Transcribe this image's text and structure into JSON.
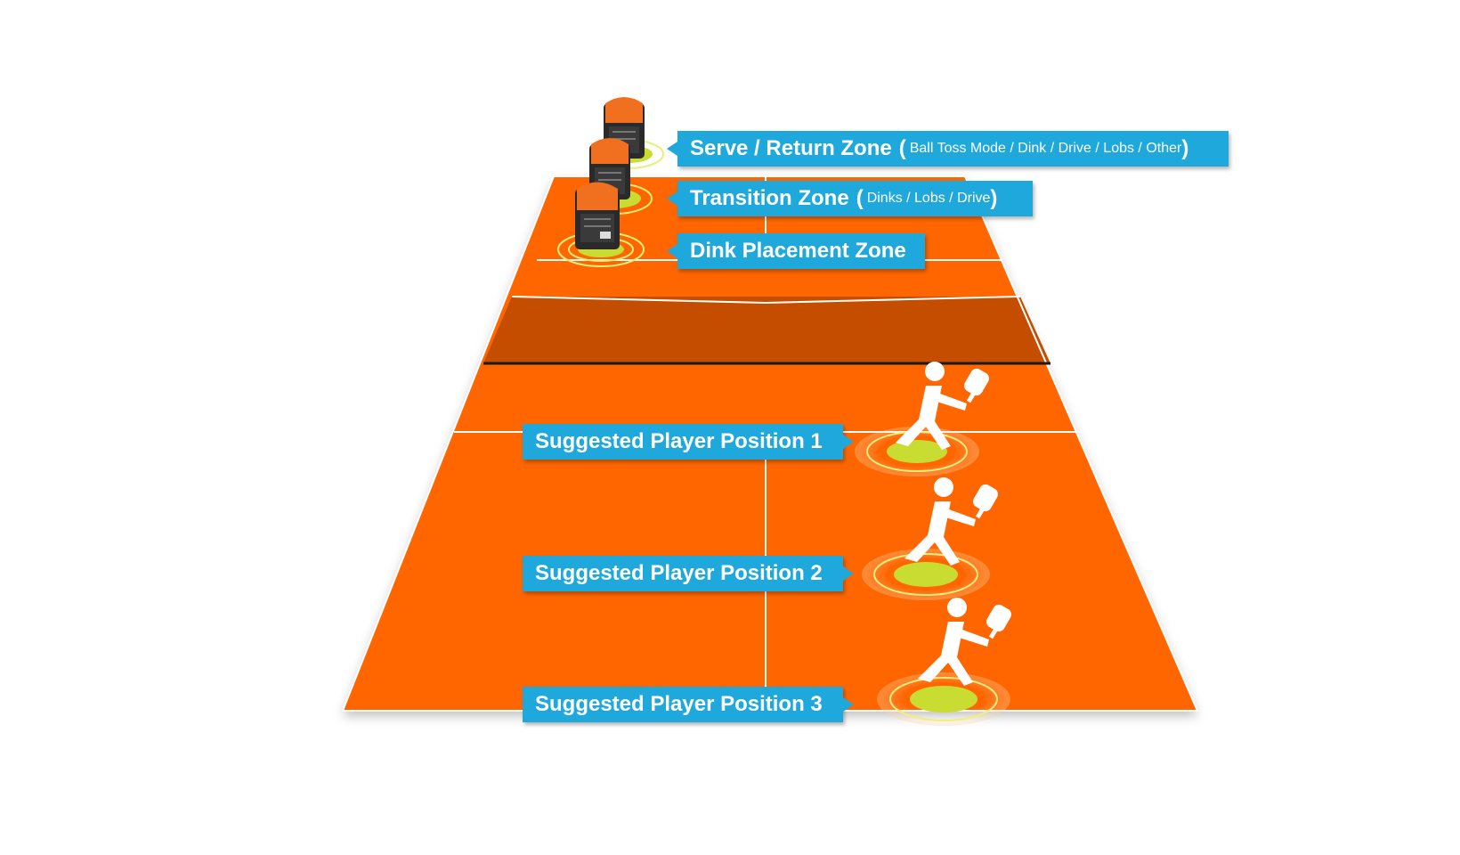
{
  "colors": {
    "court": "#ff6600",
    "kitchen": "#c44d00",
    "lines": "#ffffff",
    "net": "#1a1a1a",
    "callout": "#1fa8dc",
    "target_fill": "#c8dc32",
    "target_ring": "#e8ee7a",
    "machine_body": "#2a2a2a",
    "machine_top": "#f07020",
    "player": "#ffffff"
  },
  "icons": {
    "machine": "ball-machine-icon",
    "player": "pickleball-player-icon",
    "target": "target-rings-icon"
  },
  "callouts": {
    "serve": {
      "label": "Serve / Return Zone",
      "paren_open": "(",
      "detail": "Ball Toss Mode / Dink / Drive / Lobs / Other",
      "paren_close": ")"
    },
    "transition": {
      "label": "Transition Zone",
      "paren_open": "(",
      "detail": "Dinks / Lobs / Drive",
      "paren_close": ")"
    },
    "dink": {
      "label": "Dink Placement Zone"
    },
    "player1": {
      "label": "Suggested Player Position 1"
    },
    "player2": {
      "label": "Suggested Player Position 2"
    },
    "player3": {
      "label": "Suggested Player Position 3"
    }
  }
}
